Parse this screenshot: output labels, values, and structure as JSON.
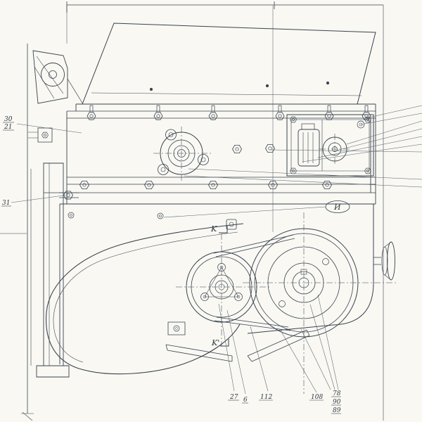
{
  "palette": {
    "ink": "#39434e",
    "leader": "#55606b",
    "paper": "#f9f8f3"
  },
  "callouts": {
    "left": {
      "a": "30",
      "b": "21",
      "c": "31"
    },
    "views": {
      "i": "И",
      "k": "K",
      "k_prime": "K'"
    },
    "bottom": {
      "n1": "27",
      "n2": "6",
      "n3": "112",
      "n4": "108",
      "n5": "78",
      "n6": "90",
      "n7": "89"
    }
  }
}
